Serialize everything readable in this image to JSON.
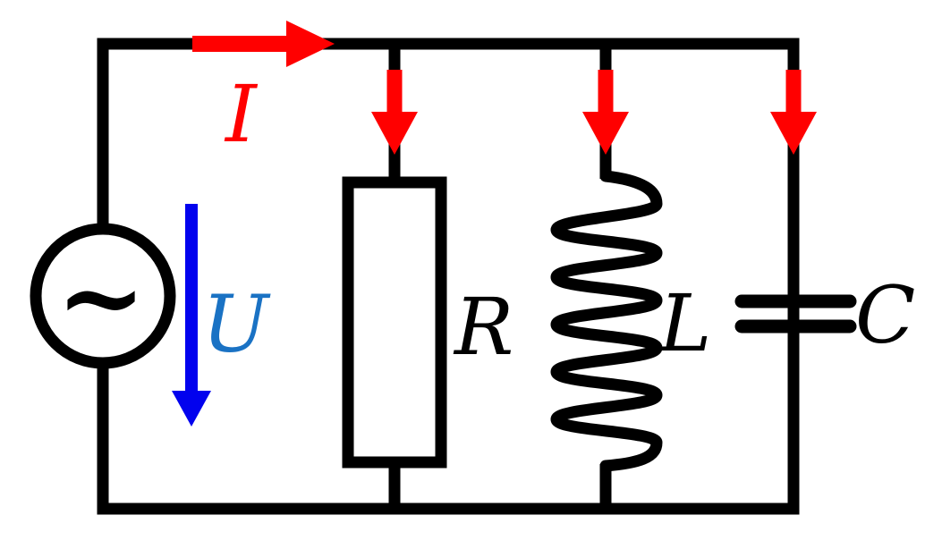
{
  "diagram": {
    "kind": "parallel-rlc-ac-circuit",
    "labels": {
      "current": "I",
      "voltage": "U",
      "resistor": "R",
      "inductor": "L",
      "capacitor": "C",
      "source": "~"
    },
    "colors": {
      "background": "#ffffff",
      "wire": "#000000",
      "current_arrow": "#ff0000",
      "current_label": "#ff0000",
      "voltage_arrow": "#0202ee",
      "voltage_label": "#1a72c4",
      "component_label": "#000000"
    },
    "components": [
      {
        "id": "ac-source",
        "label": "~"
      },
      {
        "id": "resistor",
        "label": "R"
      },
      {
        "id": "inductor",
        "label": "L"
      },
      {
        "id": "capacitor",
        "label": "C"
      }
    ]
  }
}
